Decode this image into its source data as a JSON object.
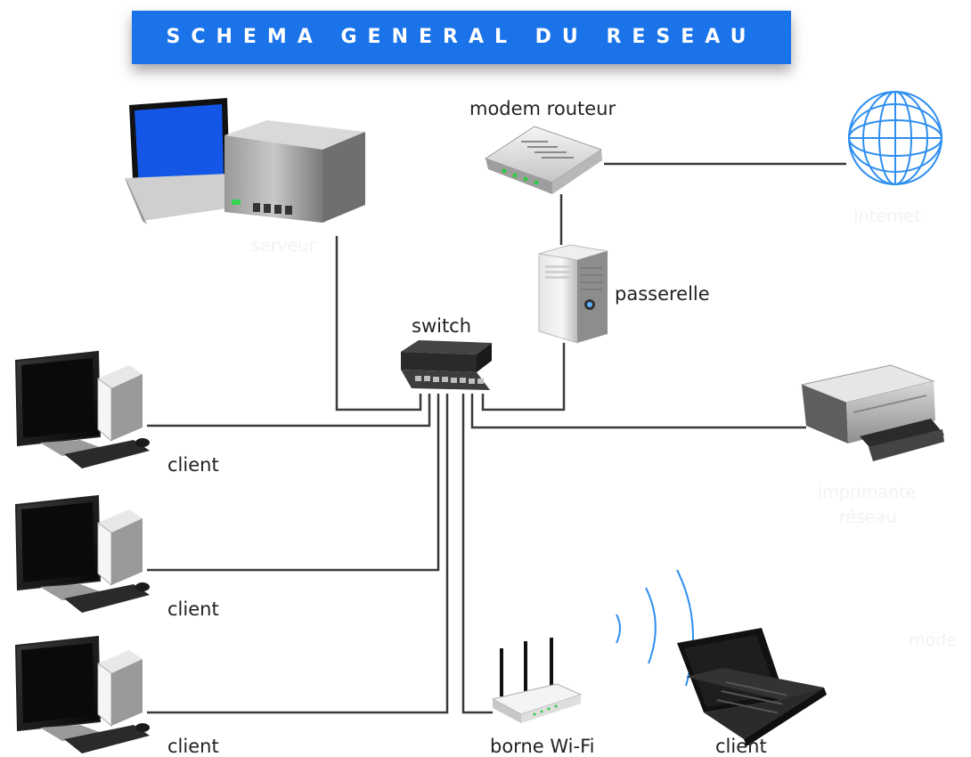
{
  "title": "SCHEMA GENERAL DU RESEAU",
  "labels": {
    "modem": "modem routeur",
    "passerelle": "passerelle",
    "switch": "switch",
    "client1": "client",
    "client2": "client",
    "client3": "client",
    "wifi": "borne Wi-Fi",
    "laptop_client": "client",
    "internet": "Internet",
    "serveur": "serveur",
    "imprimante_l1": "imprimante",
    "imprimante_l2": "réseau",
    "mode": "mode"
  },
  "colors": {
    "title_bg": "#1a73e8",
    "wire": "#3a3a3a",
    "globe": "#2e8ff0",
    "wifi_waves": "#2e8ff0"
  }
}
